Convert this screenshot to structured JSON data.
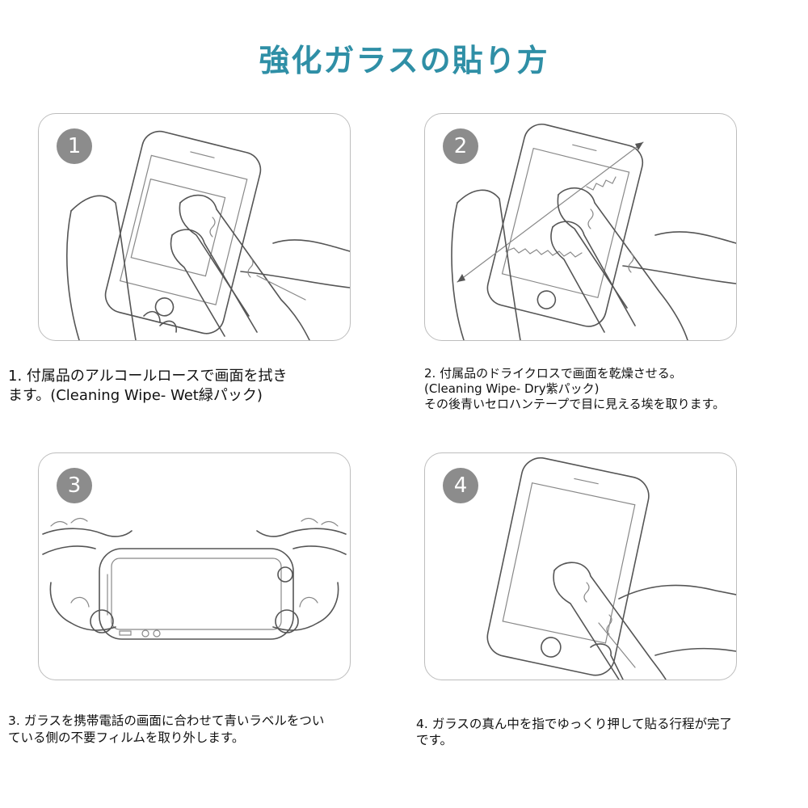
{
  "title": "強化ガラスの貼り方",
  "steps": [
    {
      "number": "1",
      "caption_lines": [
        "1. 付属品のアルコールロースで画面を拭き",
        "ます。(Cleaning Wipe- Wet緑パック)"
      ]
    },
    {
      "number": "2",
      "caption_lines": [
        "2. 付属品のドライクロスで画面を乾燥させる。",
        "(Cleaning Wipe- Dry紫パック)",
        "その後青いセロハンテープで目に見える埃を取ります。"
      ]
    },
    {
      "number": "3",
      "caption_lines": [
        "3. ガラスを携帯電話の画面に合わせて青いラベルをつい",
        "ている側の不要フィルムを取り外します。"
      ]
    },
    {
      "number": "4",
      "caption_lines": [
        "4. ガラスの真ん中を指でゆっくり押して貼る行程が完了",
        "です。"
      ]
    }
  ],
  "colors": {
    "title": "#2f8fa6",
    "badge": "#8c8c8c",
    "panel_border": "#bdbdbd",
    "line_art": "#555555"
  }
}
